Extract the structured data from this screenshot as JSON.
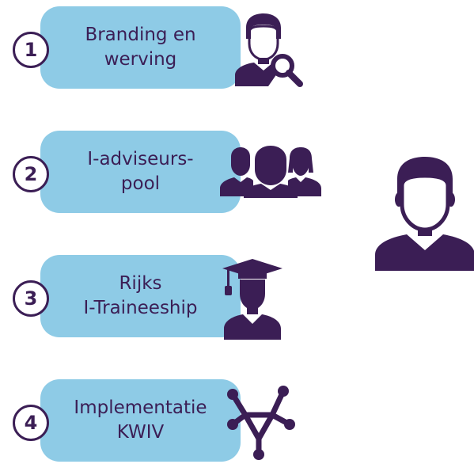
{
  "steps": [
    {
      "number": "1",
      "line1": "Branding en",
      "line2": "werving",
      "icon": "person-search-icon"
    },
    {
      "number": "2",
      "line1": "I-adviseurs-",
      "line2": "pool",
      "icon": "group-icon"
    },
    {
      "number": "3",
      "line1": "Rijks",
      "line2": "I-Traineeship",
      "icon": "graduate-icon"
    },
    {
      "number": "4",
      "line1": "Implementatie",
      "line2": "KWIV",
      "icon": "network-icon"
    }
  ],
  "icons": {
    "main": "person-icon"
  },
  "colors": {
    "pill": "#8ecbe6",
    "accent": "#3b1e55",
    "background": "#ffffff"
  }
}
